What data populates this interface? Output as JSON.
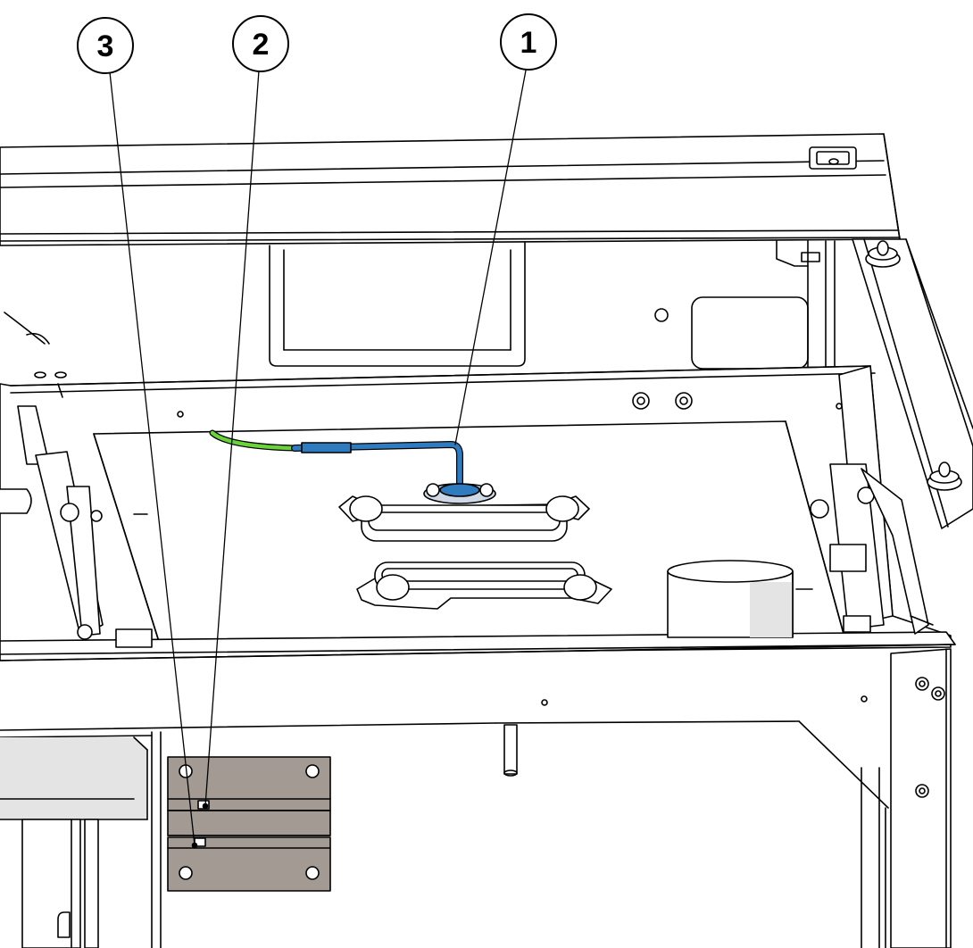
{
  "figure": {
    "callouts": [
      {
        "label": "1",
        "target": "hose-fitting"
      },
      {
        "label": "2",
        "target": "upper-bracket-slot"
      },
      {
        "label": "3",
        "target": "lower-bracket-slot"
      }
    ],
    "colors": {
      "line": "#000000",
      "panel_fill": "#ffffff",
      "plate_fill": "#a39b93",
      "hose_blue": "#2f7bc0",
      "hose_green": "#6ad33a",
      "shade_light": "#e4e4e4",
      "shade_mid": "#d0d0d0"
    }
  }
}
